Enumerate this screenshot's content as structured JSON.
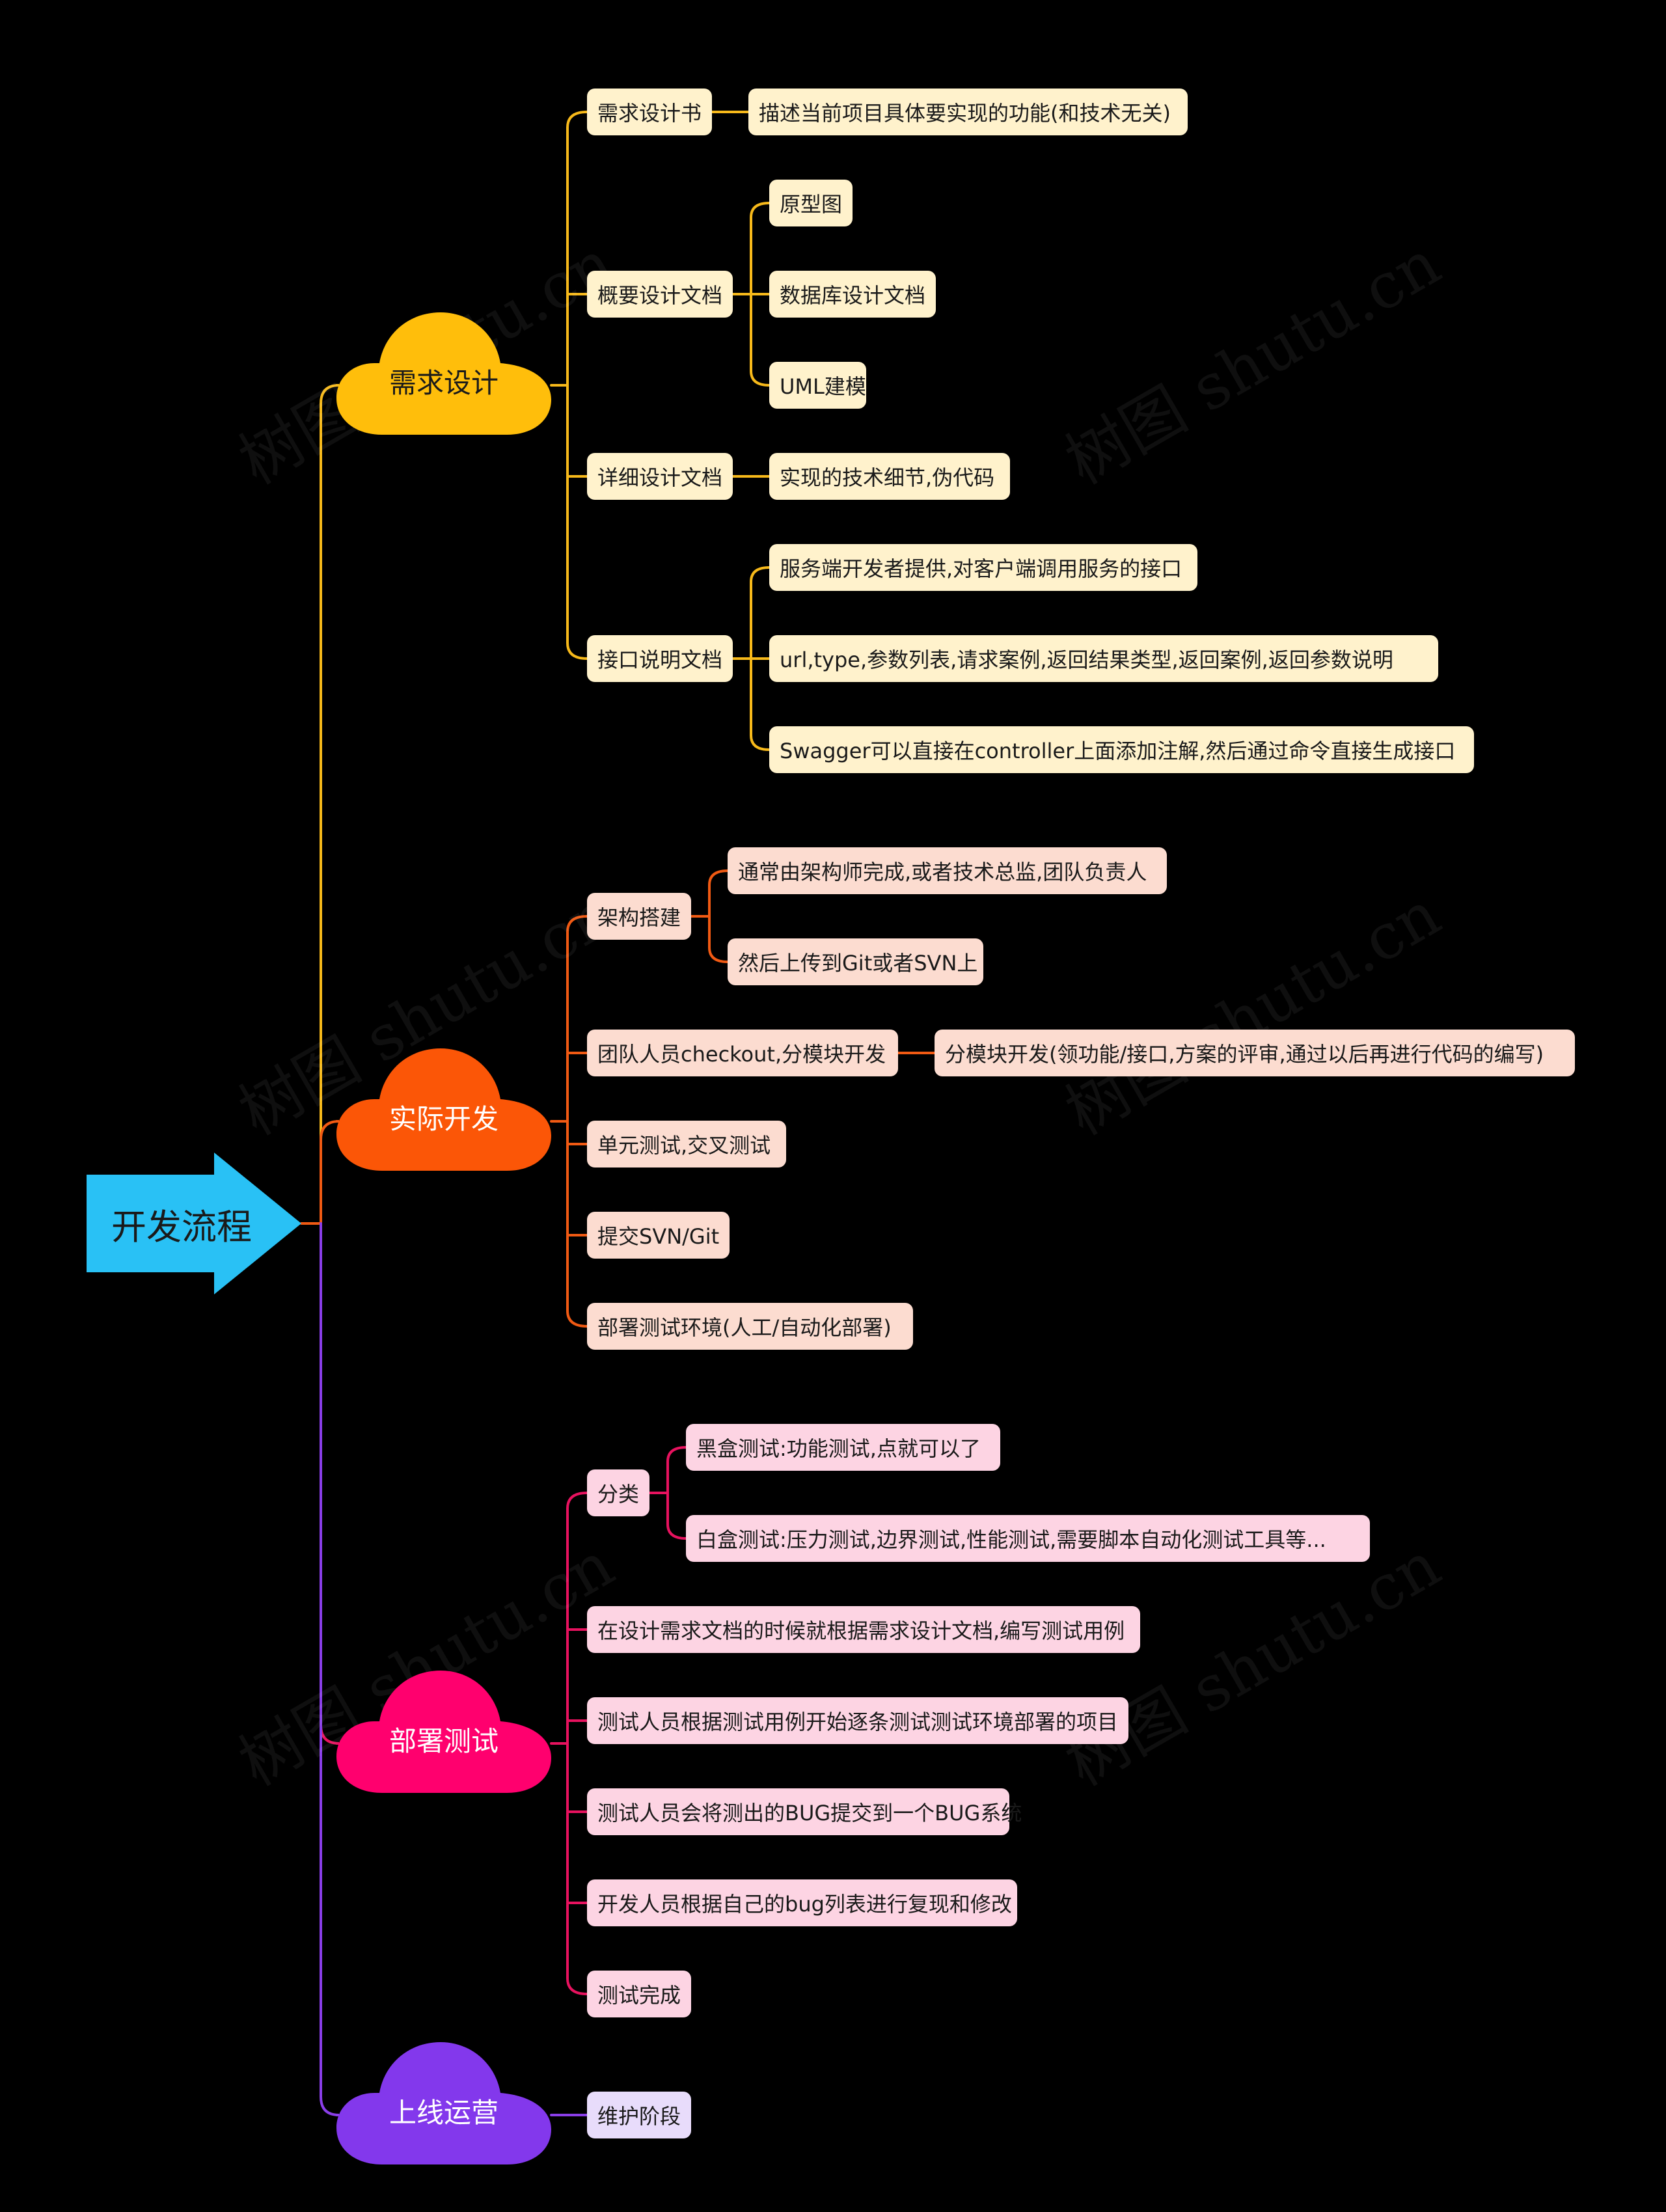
{
  "root": {
    "label": "开发流程",
    "color": "#29c1f5"
  },
  "watermark": "树图 shutu.cn",
  "branches": [
    {
      "label": "需求设计",
      "color": "#ffbe0b",
      "line": "#f7b91a",
      "leaf_bg": "#fff2cc",
      "children": [
        {
          "label": "需求设计书",
          "children": [
            "描述当前项目具体要实现的功能(和技术无关)"
          ]
        },
        {
          "label": "概要设计文档",
          "children": [
            "原型图",
            "数据库设计文档",
            "UML建模"
          ]
        },
        {
          "label": "详细设计文档",
          "children": [
            "实现的技术细节,伪代码"
          ]
        },
        {
          "label": "接口说明文档",
          "children": [
            "服务端开发者提供,对客户端调用服务的接口",
            "url,type,参数列表,请求案例,返回结果类型,返回案例,返回参数说明",
            "Swagger可以直接在controller上面添加注解,然后通过命令直接生成接口"
          ]
        }
      ]
    },
    {
      "label": "实际开发",
      "color": "#fb5607",
      "line": "#f15a13",
      "leaf_bg": "#fcdcd0",
      "children": [
        {
          "label": "架构搭建",
          "children": [
            "通常由架构师完成,或者技术总监,团队负责人",
            "然后上传到Git或者SVN上"
          ]
        },
        {
          "label": "团队人员checkout,分模块开发",
          "children": [
            "分模块开发(领功能/接口,方案的评审,通过以后再进行代码的编写)"
          ]
        },
        {
          "label": "单元测试,交叉测试",
          "children": []
        },
        {
          "label": "提交SVN/Git",
          "children": []
        },
        {
          "label": "部署测试环境(人工/自动化部署)",
          "children": []
        }
      ]
    },
    {
      "label": "部署测试",
      "color": "#ff006e",
      "line": "#e8125f",
      "leaf_bg": "#fdd4e3",
      "children": [
        {
          "label": "分类",
          "children": [
            "黑盒测试:功能测试,点就可以了",
            "白盒测试:压力测试,边界测试,性能测试,需要脚本自动化测试工具等..."
          ]
        },
        {
          "label": "在设计需求文档的时候就根据需求设计文档,编写测试用例",
          "children": []
        },
        {
          "label": "测试人员根据测试用例开始逐条测试测试环境部署的项目",
          "children": []
        },
        {
          "label": "测试人员会将测出的BUG提交到一个BUG系统",
          "children": []
        },
        {
          "label": "开发人员根据自己的bug列表进行复现和修改",
          "children": []
        },
        {
          "label": "测试完成",
          "children": []
        }
      ]
    },
    {
      "label": "上线运营",
      "color": "#8338ec",
      "line": "#8a3ee8",
      "leaf_bg": "#e8dcfb",
      "children": [
        {
          "label": "维护阶段",
          "children": []
        }
      ]
    }
  ]
}
